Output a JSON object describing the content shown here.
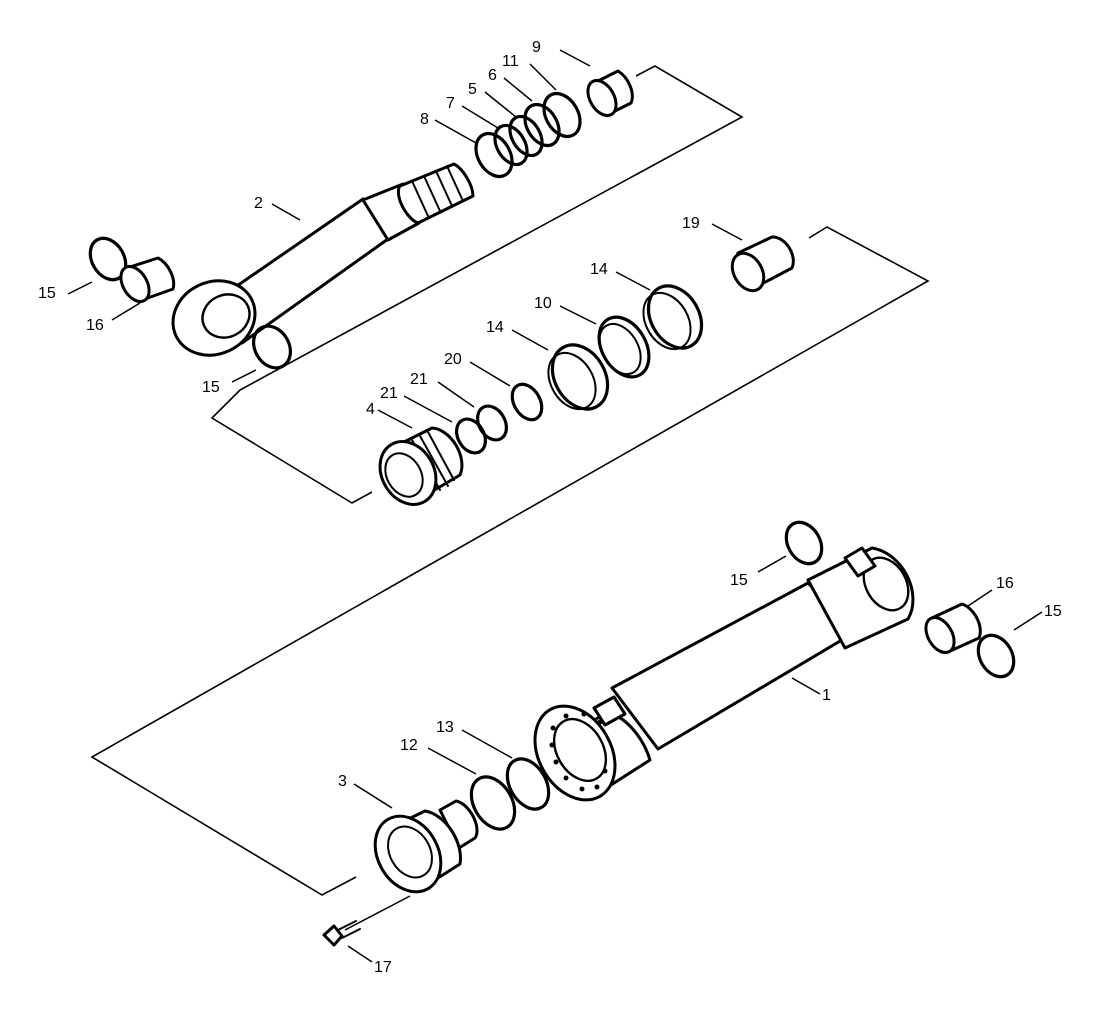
{
  "diagram": {
    "callouts": [
      {
        "id": "c-9",
        "text": "9"
      },
      {
        "id": "c-11",
        "text": "11"
      },
      {
        "id": "c-6",
        "text": "6"
      },
      {
        "id": "c-5",
        "text": "5"
      },
      {
        "id": "c-7",
        "text": "7"
      },
      {
        "id": "c-8",
        "text": "8"
      },
      {
        "id": "c-2",
        "text": "2"
      },
      {
        "id": "c-19",
        "text": "19"
      },
      {
        "id": "c-15a",
        "text": "15"
      },
      {
        "id": "c-16a",
        "text": "16"
      },
      {
        "id": "c-15b",
        "text": "15"
      },
      {
        "id": "c-14a",
        "text": "14"
      },
      {
        "id": "c-10",
        "text": "10"
      },
      {
        "id": "c-14b",
        "text": "14"
      },
      {
        "id": "c-20",
        "text": "20"
      },
      {
        "id": "c-21a",
        "text": "21"
      },
      {
        "id": "c-21b",
        "text": "21"
      },
      {
        "id": "c-4",
        "text": "4"
      },
      {
        "id": "c-15c",
        "text": "15"
      },
      {
        "id": "c-16b",
        "text": "16"
      },
      {
        "id": "c-15d",
        "text": "15"
      },
      {
        "id": "c-1",
        "text": "1"
      },
      {
        "id": "c-13",
        "text": "13"
      },
      {
        "id": "c-12",
        "text": "12"
      },
      {
        "id": "c-3",
        "text": "3"
      },
      {
        "id": "c-17",
        "text": "17"
      }
    ]
  }
}
